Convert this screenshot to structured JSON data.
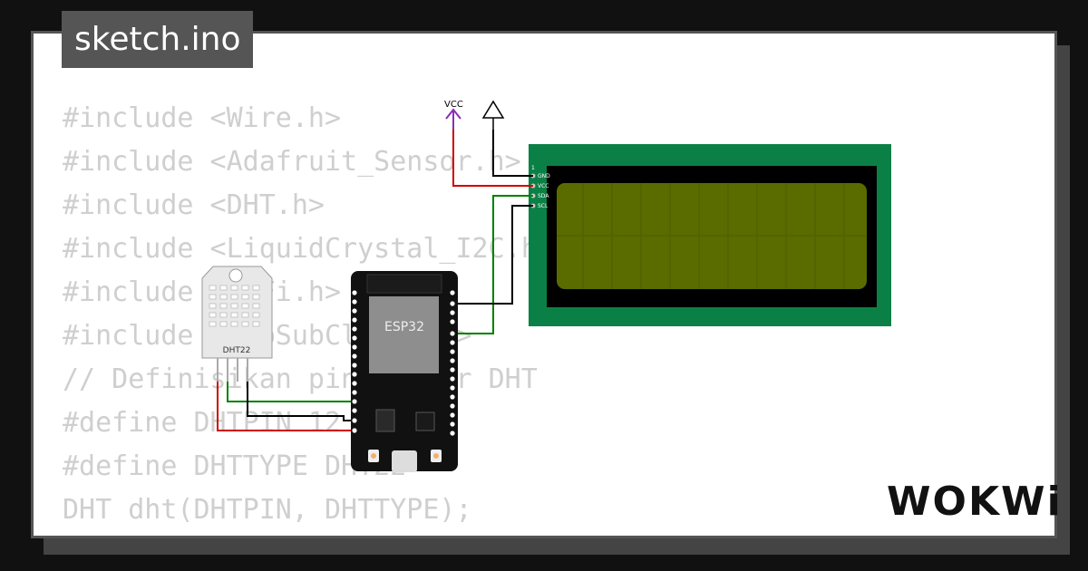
{
  "tab": {
    "title": "sketch.ino"
  },
  "code": {
    "lines": [
      "#include <Wire.h>",
      "#include <Adafruit_Sensor.h>",
      "#include <DHT.h>",
      "#include <LiquidCrystal_I2C.h>",
      "#include <WiFi.h>",
      "#include <PubSubClient.h>",
      "",
      "// Definisikan pin sensor DHT",
      "#define DHTPIN 12",
      "#define DHTTYPE DHT22",
      "DHT dht(DHTPIN, DHTTYPE);"
    ]
  },
  "circuit": {
    "vcc_label": "VCC",
    "esp32_label": "ESP32",
    "dht_label": "DHT22",
    "lcd_pins": [
      "GND",
      "VCC",
      "SDA",
      "SCL"
    ],
    "lcd_pin_number": "1",
    "colors": {
      "lcd_board": "#0b8046",
      "lcd_screen": "#5a6b00",
      "wire_red": "#d00000",
      "wire_green": "#008000",
      "wire_black": "#000000",
      "vcc_arrow": "#8b2fb5"
    }
  },
  "brand": {
    "logo": "WOKWi"
  }
}
